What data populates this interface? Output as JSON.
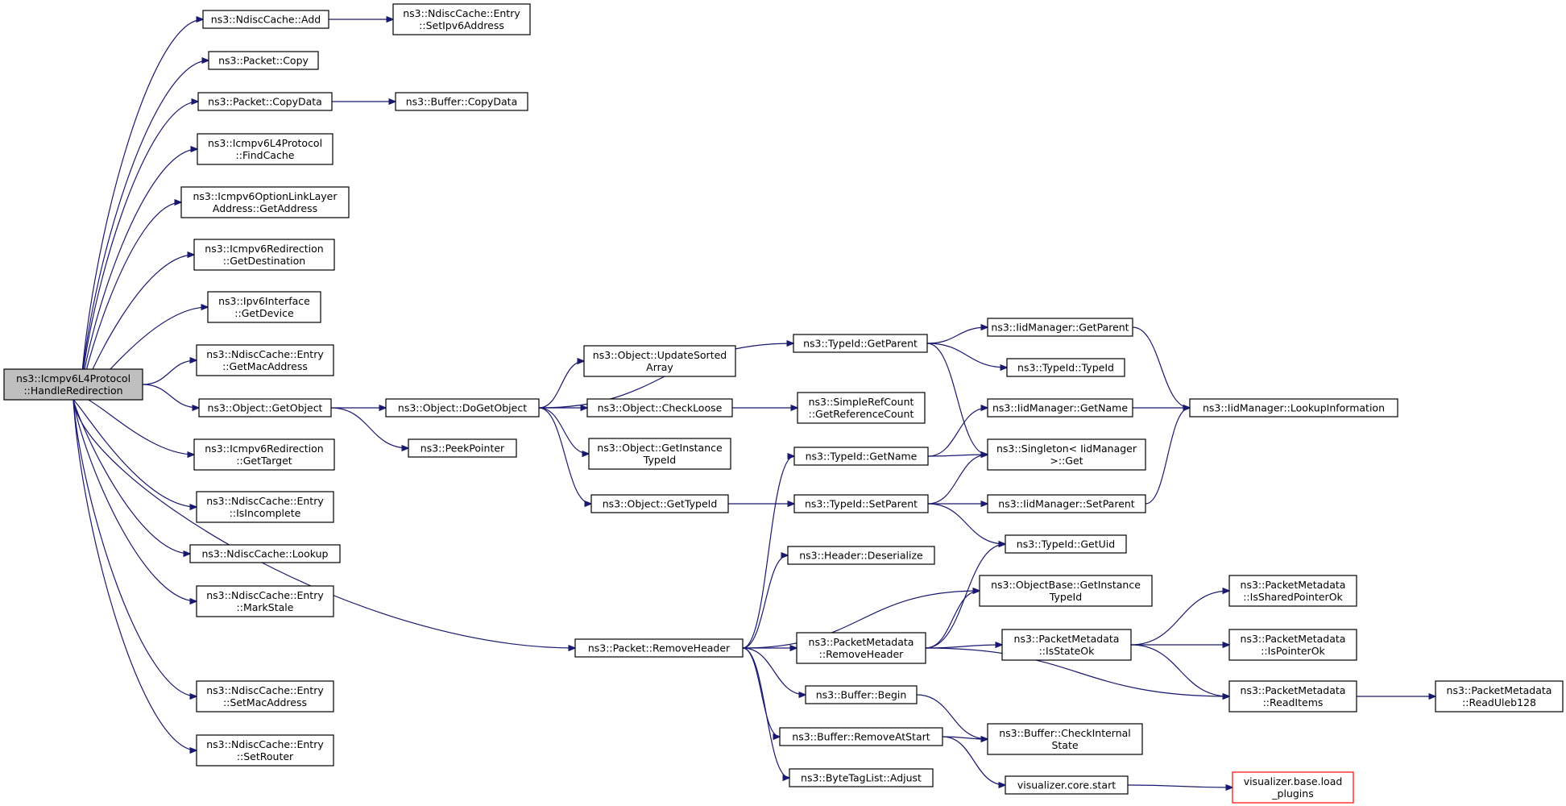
{
  "graph": {
    "root": "handle_redirection",
    "colors": {
      "edge": "#191970",
      "root_fill": "#bfbfbf",
      "external_border": "#ff0000",
      "node_border": "#000000"
    },
    "nodes": [
      {
        "id": "handle_redirection",
        "lines": [
          "ns3::Icmpv6L4Protocol",
          "::HandleRedirection"
        ],
        "kind": "root"
      },
      {
        "id": "ndisc_add",
        "lines": [
          "ns3::NdiscCache::Add"
        ]
      },
      {
        "id": "entry_setipv6",
        "lines": [
          "ns3::NdiscCache::Entry",
          "::SetIpv6Address"
        ]
      },
      {
        "id": "packet_copy",
        "lines": [
          "ns3::Packet::Copy"
        ]
      },
      {
        "id": "packet_copydata",
        "lines": [
          "ns3::Packet::CopyData"
        ]
      },
      {
        "id": "buffer_copydata",
        "lines": [
          "ns3::Buffer::CopyData"
        ]
      },
      {
        "id": "icmp_findcache",
        "lines": [
          "ns3::Icmpv6L4Protocol",
          "::FindCache"
        ]
      },
      {
        "id": "option_getaddress",
        "lines": [
          "ns3::Icmpv6OptionLinkLayer",
          "Address::GetAddress"
        ]
      },
      {
        "id": "redir_getdest",
        "lines": [
          "ns3::Icmpv6Redirection",
          "::GetDestination"
        ]
      },
      {
        "id": "ipv6if_getdevice",
        "lines": [
          "ns3::Ipv6Interface",
          "::GetDevice"
        ]
      },
      {
        "id": "entry_getmac",
        "lines": [
          "ns3::NdiscCache::Entry",
          "::GetMacAddress"
        ]
      },
      {
        "id": "object_getobject",
        "lines": [
          "ns3::Object::GetObject"
        ]
      },
      {
        "id": "redir_gettarget",
        "lines": [
          "ns3::Icmpv6Redirection",
          "::GetTarget"
        ]
      },
      {
        "id": "entry_isincomplete",
        "lines": [
          "ns3::NdiscCache::Entry",
          "::IsIncomplete"
        ]
      },
      {
        "id": "ndisc_lookup",
        "lines": [
          "ns3::NdiscCache::Lookup"
        ]
      },
      {
        "id": "entry_markstale",
        "lines": [
          "ns3::NdiscCache::Entry",
          "::MarkStale"
        ]
      },
      {
        "id": "entry_setmac",
        "lines": [
          "ns3::NdiscCache::Entry",
          "::SetMacAddress"
        ]
      },
      {
        "id": "entry_setrouter",
        "lines": [
          "ns3::NdiscCache::Entry",
          "::SetRouter"
        ]
      },
      {
        "id": "object_dogetobject",
        "lines": [
          "ns3::Object::DoGetObject"
        ]
      },
      {
        "id": "peekpointer",
        "lines": [
          "ns3::PeekPointer"
        ]
      },
      {
        "id": "object_updatesorted",
        "lines": [
          "ns3::Object::UpdateSorted",
          "Array"
        ]
      },
      {
        "id": "object_checkloose",
        "lines": [
          "ns3::Object::CheckLoose"
        ]
      },
      {
        "id": "object_getinstancetypeid",
        "lines": [
          "ns3::Object::GetInstance",
          "TypeId"
        ]
      },
      {
        "id": "object_gettypeid",
        "lines": [
          "ns3::Object::GetTypeId"
        ]
      },
      {
        "id": "packet_removeheader",
        "lines": [
          "ns3::Packet::RemoveHeader"
        ]
      },
      {
        "id": "typeid_getparent",
        "lines": [
          "ns3::TypeId::GetParent"
        ]
      },
      {
        "id": "simplerefcount_getrc",
        "lines": [
          "ns3::SimpleRefCount",
          "::GetReferenceCount"
        ]
      },
      {
        "id": "typeid_getname",
        "lines": [
          "ns3::TypeId::GetName"
        ]
      },
      {
        "id": "typeid_setparent",
        "lines": [
          "ns3::TypeId::SetParent"
        ]
      },
      {
        "id": "header_deserialize",
        "lines": [
          "ns3::Header::Deserialize"
        ]
      },
      {
        "id": "pm_removeheader",
        "lines": [
          "ns3::PacketMetadata",
          "::RemoveHeader"
        ]
      },
      {
        "id": "buffer_begin",
        "lines": [
          "ns3::Buffer::Begin"
        ]
      },
      {
        "id": "buffer_removeatstart",
        "lines": [
          "ns3::Buffer::RemoveAtStart"
        ]
      },
      {
        "id": "bytetaglist_adjust",
        "lines": [
          "ns3::ByteTagList::Adjust"
        ]
      },
      {
        "id": "iidmgr_getparent",
        "lines": [
          "ns3::IidManager::GetParent"
        ]
      },
      {
        "id": "typeid_typeid",
        "lines": [
          "ns3::TypeId::TypeId"
        ]
      },
      {
        "id": "iidmgr_getname",
        "lines": [
          "ns3::IidManager::GetName"
        ]
      },
      {
        "id": "singleton_get",
        "lines": [
          "ns3::Singleton< IidManager",
          " >::Get"
        ]
      },
      {
        "id": "iidmgr_setparent",
        "lines": [
          "ns3::IidManager::SetParent"
        ]
      },
      {
        "id": "typeid_getuid",
        "lines": [
          "ns3::TypeId::GetUid"
        ]
      },
      {
        "id": "objectbase_getinstancetypeid",
        "lines": [
          "ns3::ObjectBase::GetInstance",
          "TypeId"
        ]
      },
      {
        "id": "pm_isstateok",
        "lines": [
          "ns3::PacketMetadata",
          "::IsStateOk"
        ]
      },
      {
        "id": "buffer_checkinternal",
        "lines": [
          "ns3::Buffer::CheckInternal",
          "State"
        ]
      },
      {
        "id": "viz_core_start",
        "lines": [
          "visualizer.core.start"
        ]
      },
      {
        "id": "iidmgr_lookupinfo",
        "lines": [
          "ns3::IidManager::LookupInformation"
        ]
      },
      {
        "id": "pm_issharedpointerok",
        "lines": [
          "ns3::PacketMetadata",
          "::IsSharedPointerOk"
        ]
      },
      {
        "id": "pm_ispointerok",
        "lines": [
          "ns3::PacketMetadata",
          "::IsPointerOk"
        ]
      },
      {
        "id": "pm_readitems",
        "lines": [
          "ns3::PacketMetadata",
          "::ReadItems"
        ]
      },
      {
        "id": "viz_base_loadplugins",
        "lines": [
          "visualizer.base.load",
          "_plugins"
        ],
        "kind": "external"
      },
      {
        "id": "pm_readuleb128",
        "lines": [
          "ns3::PacketMetadata",
          "::ReadUleb128"
        ]
      }
    ],
    "edges": [
      [
        "handle_redirection",
        "ndisc_add"
      ],
      [
        "handle_redirection",
        "packet_copy"
      ],
      [
        "handle_redirection",
        "packet_copydata"
      ],
      [
        "handle_redirection",
        "icmp_findcache"
      ],
      [
        "handle_redirection",
        "option_getaddress"
      ],
      [
        "handle_redirection",
        "redir_getdest"
      ],
      [
        "handle_redirection",
        "ipv6if_getdevice"
      ],
      [
        "handle_redirection",
        "entry_getmac"
      ],
      [
        "handle_redirection",
        "object_getobject"
      ],
      [
        "handle_redirection",
        "redir_gettarget"
      ],
      [
        "handle_redirection",
        "entry_isincomplete"
      ],
      [
        "handle_redirection",
        "ndisc_lookup"
      ],
      [
        "handle_redirection",
        "entry_markstale"
      ],
      [
        "handle_redirection",
        "packet_removeheader"
      ],
      [
        "handle_redirection",
        "entry_setmac"
      ],
      [
        "handle_redirection",
        "entry_setrouter"
      ],
      [
        "ndisc_add",
        "entry_setipv6"
      ],
      [
        "packet_copydata",
        "buffer_copydata"
      ],
      [
        "object_getobject",
        "object_dogetobject"
      ],
      [
        "object_getobject",
        "peekpointer"
      ],
      [
        "object_dogetobject",
        "typeid_getparent"
      ],
      [
        "object_dogetobject",
        "object_updatesorted"
      ],
      [
        "object_dogetobject",
        "object_checkloose"
      ],
      [
        "object_dogetobject",
        "object_getinstancetypeid"
      ],
      [
        "object_dogetobject",
        "object_gettypeid"
      ],
      [
        "object_checkloose",
        "simplerefcount_getrc"
      ],
      [
        "object_gettypeid",
        "typeid_setparent"
      ],
      [
        "typeid_getparent",
        "iidmgr_getparent"
      ],
      [
        "typeid_getparent",
        "typeid_typeid"
      ],
      [
        "typeid_getparent",
        "singleton_get"
      ],
      [
        "iidmgr_getparent",
        "iidmgr_lookupinfo"
      ],
      [
        "typeid_getname",
        "iidmgr_getname"
      ],
      [
        "typeid_getname",
        "singleton_get"
      ],
      [
        "iidmgr_getname",
        "iidmgr_lookupinfo"
      ],
      [
        "typeid_setparent",
        "singleton_get"
      ],
      [
        "typeid_setparent",
        "iidmgr_setparent"
      ],
      [
        "typeid_setparent",
        "typeid_getuid"
      ],
      [
        "iidmgr_setparent",
        "iidmgr_lookupinfo"
      ],
      [
        "packet_removeheader",
        "typeid_getname"
      ],
      [
        "packet_removeheader",
        "header_deserialize"
      ],
      [
        "packet_removeheader",
        "objectbase_getinstancetypeid"
      ],
      [
        "packet_removeheader",
        "pm_removeheader"
      ],
      [
        "packet_removeheader",
        "buffer_begin"
      ],
      [
        "packet_removeheader",
        "buffer_removeatstart"
      ],
      [
        "packet_removeheader",
        "bytetaglist_adjust"
      ],
      [
        "pm_removeheader",
        "typeid_getuid"
      ],
      [
        "pm_removeheader",
        "objectbase_getinstancetypeid"
      ],
      [
        "pm_removeheader",
        "pm_isstateok"
      ],
      [
        "pm_removeheader",
        "pm_readitems"
      ],
      [
        "pm_isstateok",
        "pm_issharedpointerok"
      ],
      [
        "pm_isstateok",
        "pm_ispointerok"
      ],
      [
        "pm_isstateok",
        "pm_readitems"
      ],
      [
        "pm_readitems",
        "pm_readuleb128"
      ],
      [
        "buffer_begin",
        "buffer_checkinternal"
      ],
      [
        "buffer_removeatstart",
        "buffer_checkinternal"
      ],
      [
        "buffer_removeatstart",
        "viz_core_start"
      ],
      [
        "viz_core_start",
        "viz_base_loadplugins"
      ]
    ]
  }
}
